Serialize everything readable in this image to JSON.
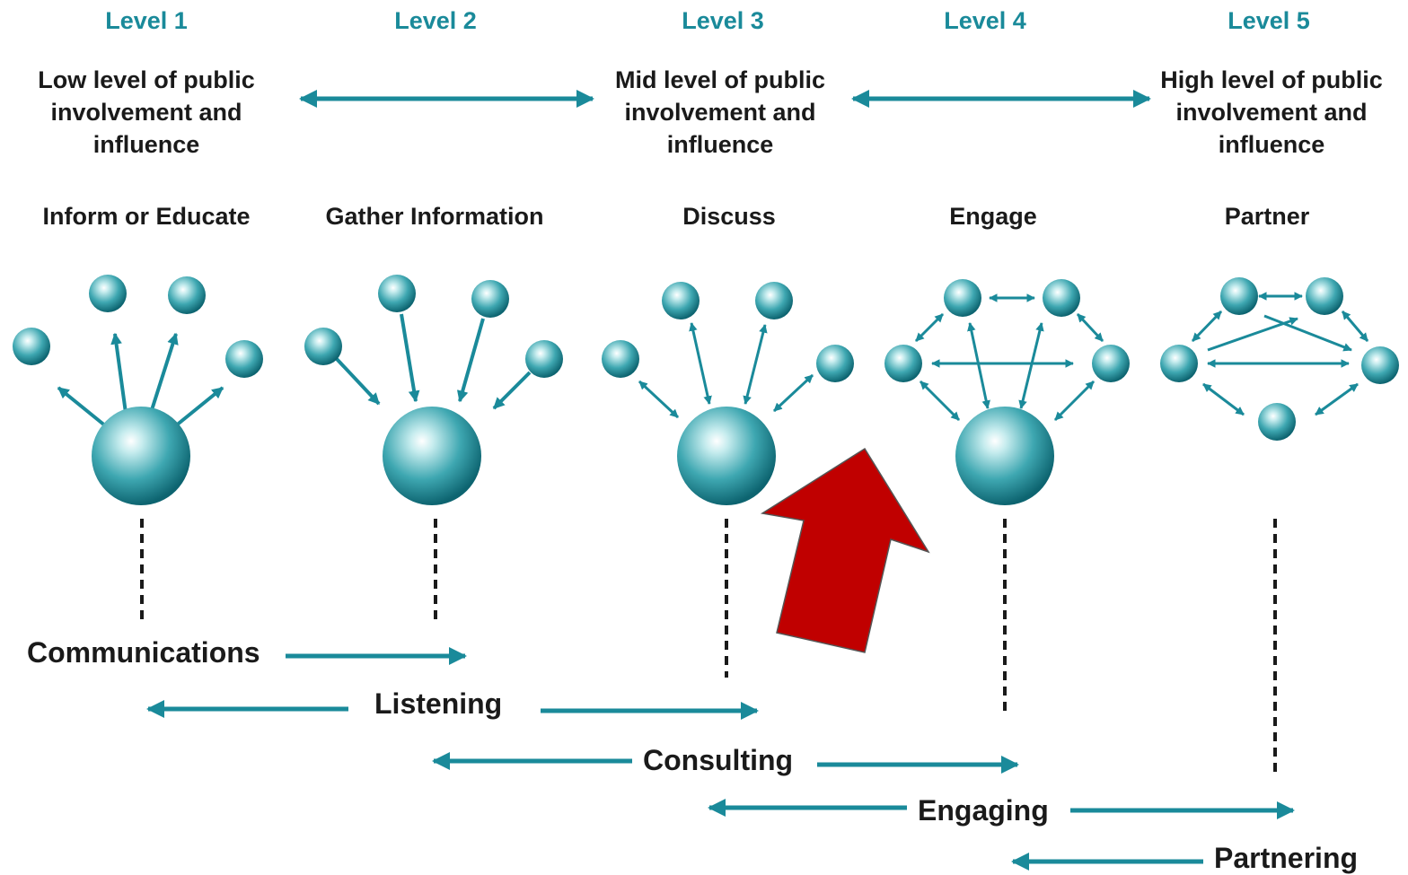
{
  "levels": [
    {
      "label": "Level 1",
      "description": "Low level of public involvement and influence",
      "type": "Inform or Educate"
    },
    {
      "label": "Level 2",
      "description": "",
      "type": "Gather Information"
    },
    {
      "label": "Level 3",
      "description": "Mid level of public involvement and influence",
      "type": "Discuss"
    },
    {
      "label": "Level 4",
      "description": "",
      "type": "Engage"
    },
    {
      "label": "Level 5",
      "description": "High level of public involvement and influence",
      "type": "Partner"
    }
  ],
  "phases": [
    {
      "label": "Communications"
    },
    {
      "label": "Listening"
    },
    {
      "label": "Consulting"
    },
    {
      "label": "Engaging"
    },
    {
      "label": "Partnering"
    }
  ],
  "colors": {
    "teal": "#1a8a9a",
    "sphere_light": "#e8f8f8",
    "sphere_mid": "#5fb8c0",
    "sphere_dark": "#0e6d78",
    "highlight_arrow": "#c00000"
  },
  "highlight": {
    "icon": "red-up-arrow"
  }
}
